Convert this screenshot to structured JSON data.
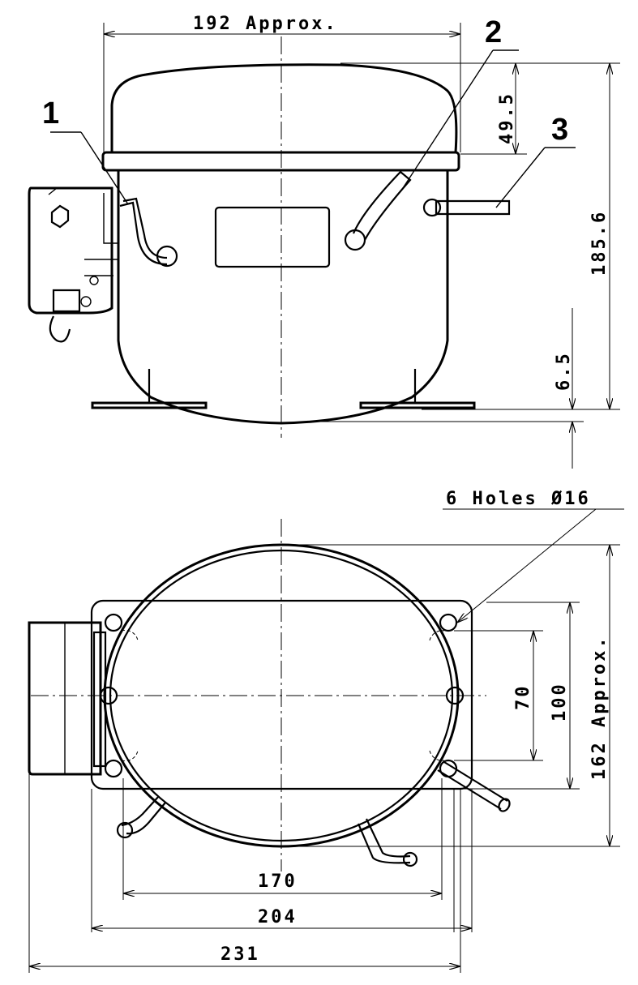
{
  "drawing": {
    "dimensions": {
      "width_top": "192 Approx.",
      "dome_height": "49.5",
      "total_height": "185.6",
      "foot_height": "6.5",
      "holes": "6 Holes Ø16",
      "span_70": "70",
      "span_100": "100",
      "depth": "162 Approx.",
      "span_170": "170",
      "span_204": "204",
      "span_231": "231"
    },
    "callouts": {
      "c1": "1",
      "c2": "2",
      "c3": "3"
    }
  }
}
